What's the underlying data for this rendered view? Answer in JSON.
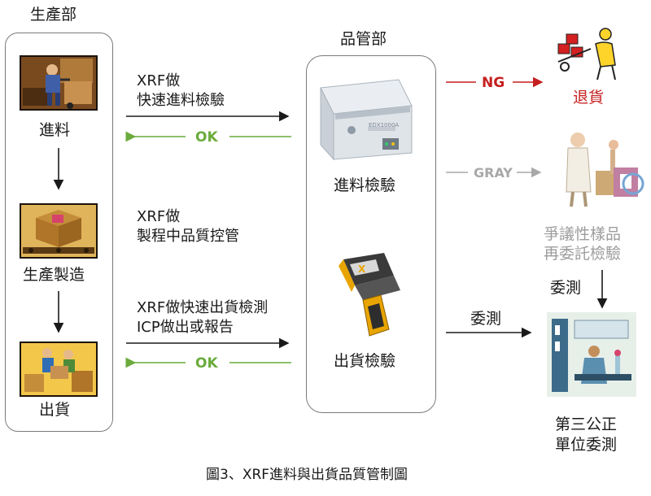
{
  "production": {
    "title": "生產部",
    "steps": [
      "進料",
      "生產製造",
      "出貨"
    ]
  },
  "qc": {
    "title": "品管部",
    "incoming_label": "進料檢驗",
    "shipping_label": "出貨檢驗",
    "machine_model": "EDX1000A"
  },
  "notes": {
    "incoming": [
      "XRF做",
      "快速進料檢驗"
    ],
    "process": [
      "XRF做",
      "製程中品質控管"
    ],
    "shipping": [
      "XRF做快速出貨檢測",
      "ICP做出或報告"
    ]
  },
  "flow": {
    "ok1": "OK",
    "ok2": "OK",
    "ng": "NG",
    "gray": "GRAY",
    "commission1": "委測",
    "commission2": "委測"
  },
  "outcomes": {
    "return": "退貨",
    "disputed": [
      "爭議性樣品",
      "再委託檢驗"
    ],
    "third_party": [
      "第三公正",
      "單位委測"
    ]
  },
  "caption": "圖3、XRF進料與出貨品質管制圖",
  "colors": {
    "ok": "#6aab3c",
    "ng": "#c61f1f",
    "gray": "#a8a8a8",
    "border": "#7a7a7a"
  }
}
